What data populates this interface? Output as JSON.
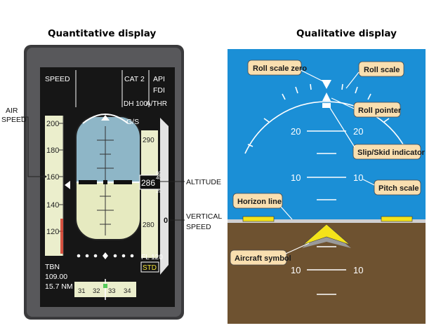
{
  "headings": {
    "left": "Quantitative display",
    "right": "Qualitative display"
  },
  "quantitative": {
    "external_labels": {
      "air_speed_line1": "AIR",
      "air_speed_line2": "SPEED",
      "altitude": "ALTITUDE",
      "vertical_speed_line1": "VERTICAL",
      "vertical_speed_line2": "SPEED"
    },
    "top_bar": {
      "speed": "SPEED",
      "cat": "CAT 2",
      "dh": "DH 100",
      "api": "API",
      "fdi": "FDI",
      "athr": "A/THR"
    },
    "gs": "G/S",
    "speed_ticks": [
      "200",
      "180",
      "160",
      "140",
      "120"
    ],
    "altitude_ticks": [
      "290",
      "280"
    ],
    "altitude_small": [
      "60",
      "40",
      "20"
    ],
    "altitude_readout": "286",
    "altitude_small_readout": "20",
    "vs_zero": "0",
    "fl": "FL 120",
    "std": "STD",
    "tbn": "TBN",
    "freq": "109.00",
    "dist": "15.7 NM",
    "heading_ticks": [
      "31",
      "32",
      "33",
      "34"
    ]
  },
  "qualitative": {
    "callouts": {
      "roll_scale_zero": "Roll scale zero",
      "roll_scale": "Roll scale",
      "roll_pointer": "Roll pointer",
      "slip_skid": "Slip/Skid indicator",
      "pitch_scale": "Pitch scale",
      "horizon_line": "Horizon line",
      "aircraft_symbol": "Aircraft symbol"
    },
    "pitch_labels": {
      "up20_left": "20",
      "up20_right": "20",
      "up10_left": "10",
      "up10_right": "10",
      "down10_left": "10",
      "down10_right": "10"
    },
    "colors": {
      "sky": "#1b8fd6",
      "ground": "#6e5230",
      "horizon": "#cfcfd2",
      "aircraft": "#f4e31a",
      "callout_fill": "#f9dfb0"
    }
  }
}
